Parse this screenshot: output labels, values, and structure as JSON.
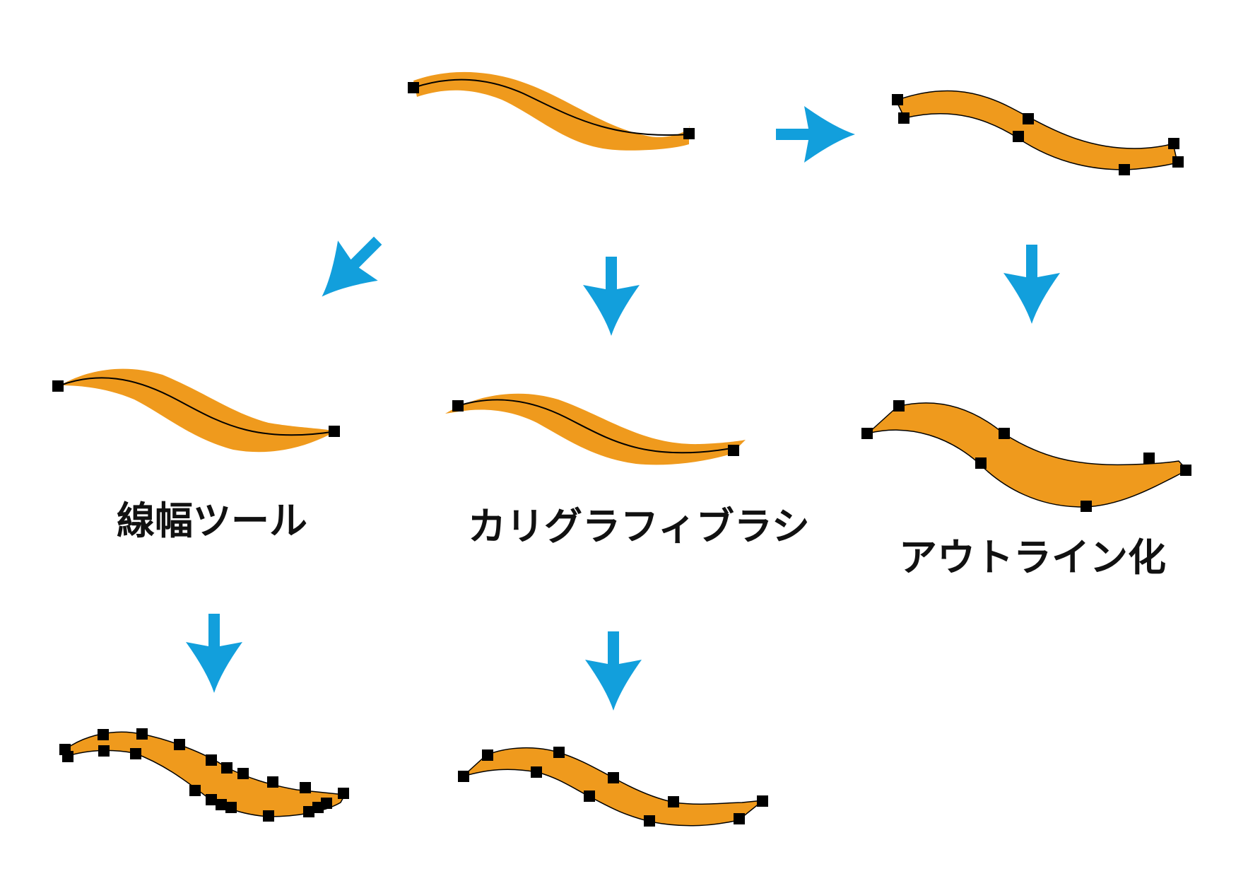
{
  "labels": {
    "width_tool": "線幅ツール",
    "calligraphy_brush": "カリグラフィブラシ",
    "outline": "アウトライン化"
  },
  "colors": {
    "stroke_fill": "#ef9a1d",
    "arrow": "#129fdc",
    "anchor": "#000000",
    "path_line": "#000000",
    "background": "#ffffff"
  },
  "icons": {
    "arrow": "arrow-icon",
    "anchor": "anchor-point-icon"
  }
}
